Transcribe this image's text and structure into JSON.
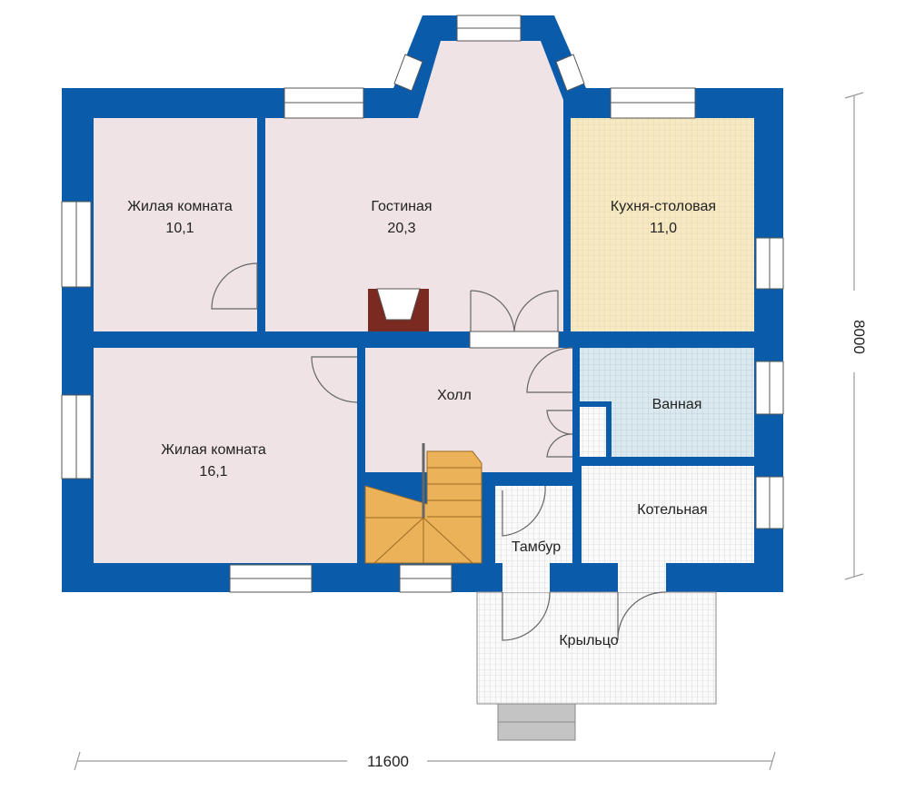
{
  "title": "Floor plan",
  "rooms": [
    {
      "name": "Жилая комната",
      "area": "10,1"
    },
    {
      "name": "Гостиная",
      "area": "20,3"
    },
    {
      "name": "Кухня-столовая",
      "area": "11,0"
    },
    {
      "name": "Жилая комната",
      "area": "16,1"
    },
    {
      "name": "Холл"
    },
    {
      "name": "Ванная"
    },
    {
      "name": "Котельная"
    },
    {
      "name": "Тамбур"
    },
    {
      "name": "Крыльцо"
    }
  ],
  "dimensions": {
    "width": "11600",
    "depth": "8000"
  },
  "colors": {
    "wall": "#0b5bab",
    "room": "#efe3e5",
    "kitchen": "#f6e9c4",
    "bath": "#dbe8ee",
    "stairs": "#ebb25a",
    "fireplace": "#7a2a20"
  }
}
